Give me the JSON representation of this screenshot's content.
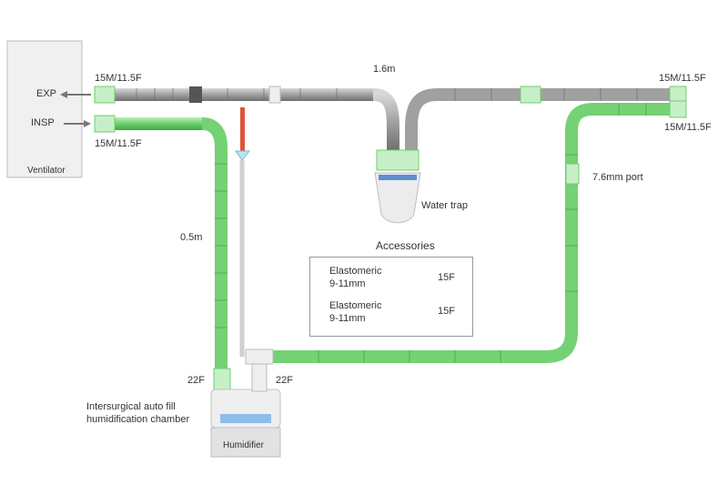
{
  "ventilator": {
    "label": "Ventilator",
    "exp": "EXP",
    "insp": "INSP"
  },
  "connectors": {
    "exp_left": "15M/11.5F",
    "insp_left": "15M/11.5F",
    "right_top": "15M/11.5F",
    "right_bottom": "15M/11.5F"
  },
  "lengths": {
    "main": "1.6m",
    "short": "0.5m"
  },
  "water_trap": "Water trap",
  "port": "7.6mm port",
  "ports_22f": {
    "left": "22F",
    "right": "22F"
  },
  "chamber": {
    "line1": "Intersurgical auto fill",
    "line2": "humidification chamber"
  },
  "humidifier": "Humidifier",
  "accessories": {
    "title": "Accessories",
    "items": [
      {
        "line1": "Elastomeric",
        "line2": "9-11mm",
        "size": "15F"
      },
      {
        "line1": "Elastomeric",
        "line2": "9-11mm",
        "size": "15F"
      }
    ]
  },
  "colors": {
    "green": "#7fd67f",
    "grey": "#a9a9a9",
    "red": "#e0533a"
  }
}
